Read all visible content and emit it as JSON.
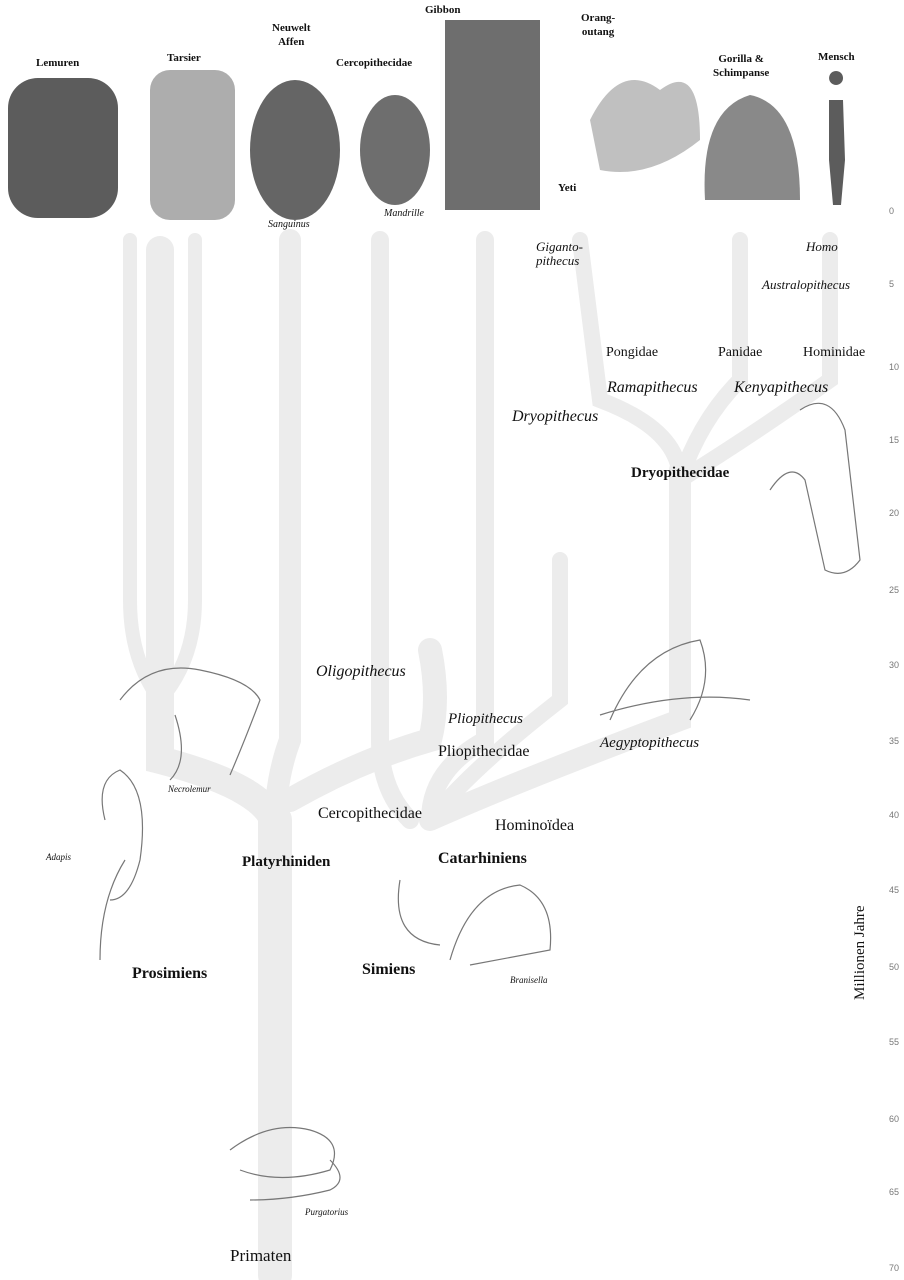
{
  "headers": {
    "lemuren": "Lemuren",
    "tarsier": "Tarsier",
    "neuwelt_affen": "Neuwelt\nAffen",
    "cercopithecidae": "Cercopithecidae",
    "gibbon": "Gibbon",
    "orang_outang": "Orang-\noutang",
    "gorilla_schimpanse": "Gorilla &\nSchimpanse",
    "mensch": "Mensch"
  },
  "captions": {
    "sanguinus": "Sanguinus",
    "mandrille": "Mandrille",
    "yeti": "Yeti",
    "necrolemur": "Necrolemur",
    "adapis": "Adapis",
    "branisella": "Branisella",
    "purgatorius": "Purgatorius"
  },
  "taxa": {
    "gigantopithecus": "Giganto-\npithecus",
    "homo": "Homo",
    "australopithecus": "Australopithecus",
    "pongidae": "Pongidae",
    "panidae": "Panidae",
    "hominidae": "Hominidae",
    "ramapithecus": "Ramapithecus",
    "kenyapithecus": "Kenyapithecus",
    "dryopithecus": "Dryopithecus",
    "dryopithecidae": "Dryopithecidae",
    "oligopithecus": "Oligopithecus",
    "pliopithecus": "Pliopithecus",
    "pliopithecidae": "Pliopithecidae",
    "aegyptopithecus": "Aegyptopithecus",
    "cercopithecidae": "Cercopithecidae",
    "hominoidea": "Hominoïdea",
    "platyrhiniden": "Platyrhiniden",
    "catarhiniens": "Catarhiniens",
    "prosimiens": "Prosimiens",
    "simiens": "Simiens",
    "primaten": "Primaten"
  },
  "axis": {
    "title": "Millionen Jahre",
    "ticks": [
      "0",
      "5",
      "10",
      "15",
      "20",
      "25",
      "30",
      "35",
      "40",
      "45",
      "50",
      "55",
      "60",
      "65",
      "70"
    ]
  },
  "colors": {
    "branch": "#ececec",
    "ink": "#111111",
    "photo": "#4a4a4a"
  }
}
